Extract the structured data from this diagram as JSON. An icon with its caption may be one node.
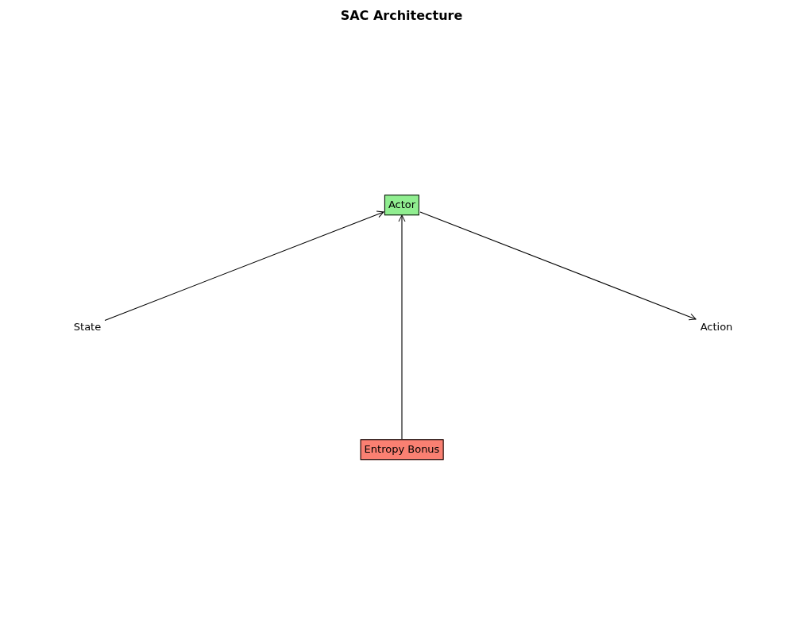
{
  "diagram": {
    "title": "SAC Architecture",
    "nodes": [
      {
        "text": [
          "Actor"
        ]
      },
      {
        "text": [
          "State"
        ]
      },
      {
        "text": [
          "Action"
        ]
      },
      {
        "text": [
          "Entropy Bonus"
        ]
      }
    ],
    "edges": [
      {
        "from": 1,
        "to": 0,
        "arrow": "to"
      },
      {
        "from": 0,
        "to": 2,
        "arrow": "to"
      },
      {
        "from": 3,
        "to": 0,
        "arrow": "to"
      }
    ]
  }
}
